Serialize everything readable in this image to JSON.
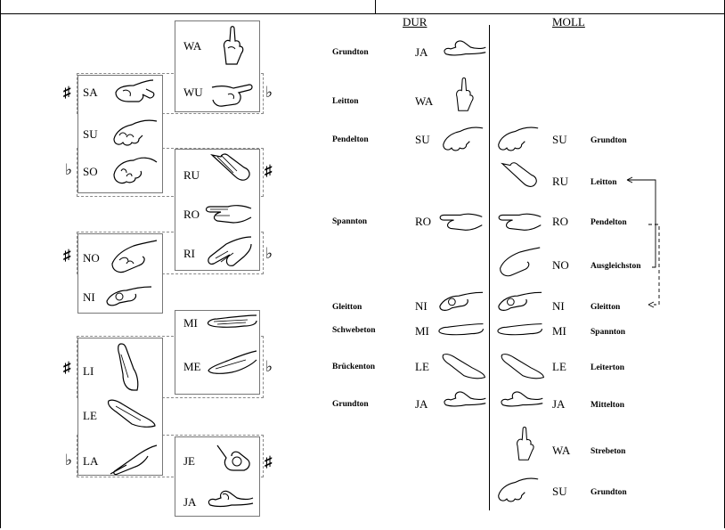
{
  "left_panel": {
    "syllables": [
      "WA",
      "WU",
      "SA",
      "SU",
      "SO",
      "RU",
      "RO",
      "NO",
      "RI",
      "NI",
      "MI",
      "LI",
      "ME",
      "LE",
      "LA",
      "JE",
      "JA"
    ],
    "accidentals": {
      "sharp": "♯",
      "flat": "♭"
    }
  },
  "right_panel": {
    "headers": {
      "dur": "DUR",
      "moll": "MOLL"
    },
    "dur_rows": [
      {
        "role": "Grundton",
        "syl": "JA"
      },
      {
        "role": "Leitton",
        "syl": "WA"
      },
      {
        "role": "Pendelton",
        "syl": "SU"
      },
      {
        "role": "Spannton",
        "syl": "RO"
      },
      {
        "role": "Gleitton",
        "syl": "NI"
      },
      {
        "role": "Schwebeton",
        "syl": "MI"
      },
      {
        "role": "Brückenton",
        "syl": "LE"
      },
      {
        "role": "Grundton",
        "syl": "JA"
      }
    ],
    "moll_rows": [
      {
        "syl": "SU",
        "role": "Grundton"
      },
      {
        "syl": "RU",
        "role": "Leitton"
      },
      {
        "syl": "RO",
        "role": "Pendelton"
      },
      {
        "syl": "NO",
        "role": "Ausgleichston"
      },
      {
        "syl": "NI",
        "role": "Gleitton"
      },
      {
        "syl": "MI",
        "role": "Spannton"
      },
      {
        "syl": "LE",
        "role": "Leiterton"
      },
      {
        "syl": "JA",
        "role": "Mittelton"
      },
      {
        "syl": "WA",
        "role": "Strebeton"
      },
      {
        "syl": "SU",
        "role": "Grundton"
      }
    ]
  }
}
